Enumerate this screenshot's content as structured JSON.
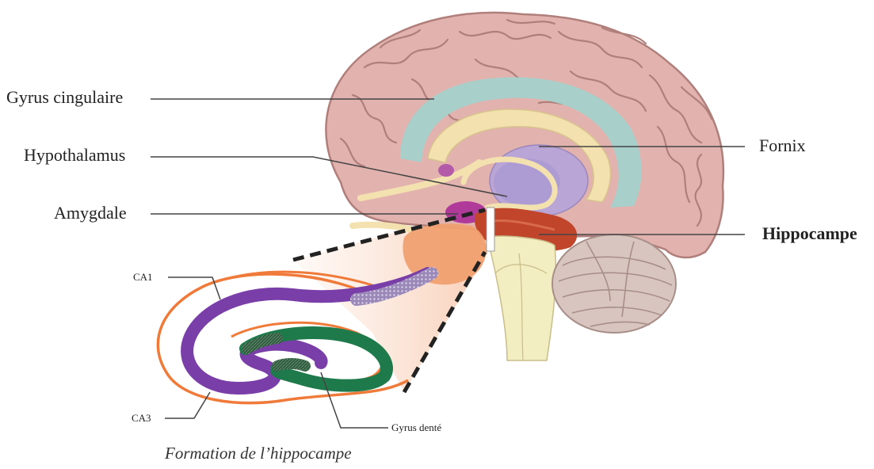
{
  "labels": {
    "gyrus_cingulaire": "Gyrus cingulaire",
    "hypothalamus": "Hypothalamus",
    "amygdale": "Amygdale",
    "fornix": "Fornix",
    "hippocampe": "Hippocampe",
    "ca1": "CA1",
    "ca3": "CA3",
    "gyrus_dente": "Gyrus denté"
  },
  "caption": "Formation de l’hippocampe",
  "colors": {
    "cortex": "#e2b3ae",
    "cortex_outline": "#b07f7c",
    "cingulate": "#a9cfcb",
    "fornix": "#f3e2b0",
    "thalamus": "#b9a6d6",
    "hypothalamus": "#b35aa8",
    "amygdala": "#b03a9a",
    "hippocampus": "#c0452a",
    "brainstem": "#f3edc2",
    "cerebellum": "#d9c5c0",
    "pituitary": "#f0a070",
    "ca_purple": "#7a3ea8",
    "dentate_green": "#1e7a4a",
    "outline_orange": "#f07a3a"
  }
}
